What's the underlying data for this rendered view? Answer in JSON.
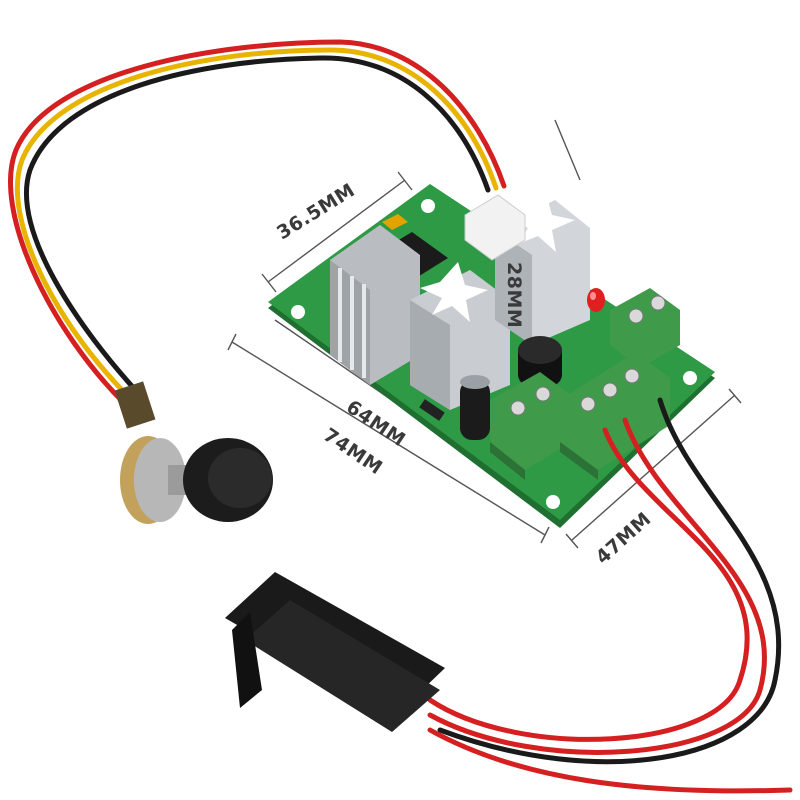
{
  "dimensions": {
    "width_top": "36.5MM",
    "height": "28MM",
    "inner_length": "64MM",
    "outer_length": "74MM",
    "side": "47MM"
  },
  "colors": {
    "pcb": "#2e9a45",
    "heatsink": "#c9cdd1",
    "terminal": "#3f9a4a",
    "wire_red": "#d42020",
    "wire_yellow": "#e8b400",
    "wire_black": "#1a1a1a"
  }
}
